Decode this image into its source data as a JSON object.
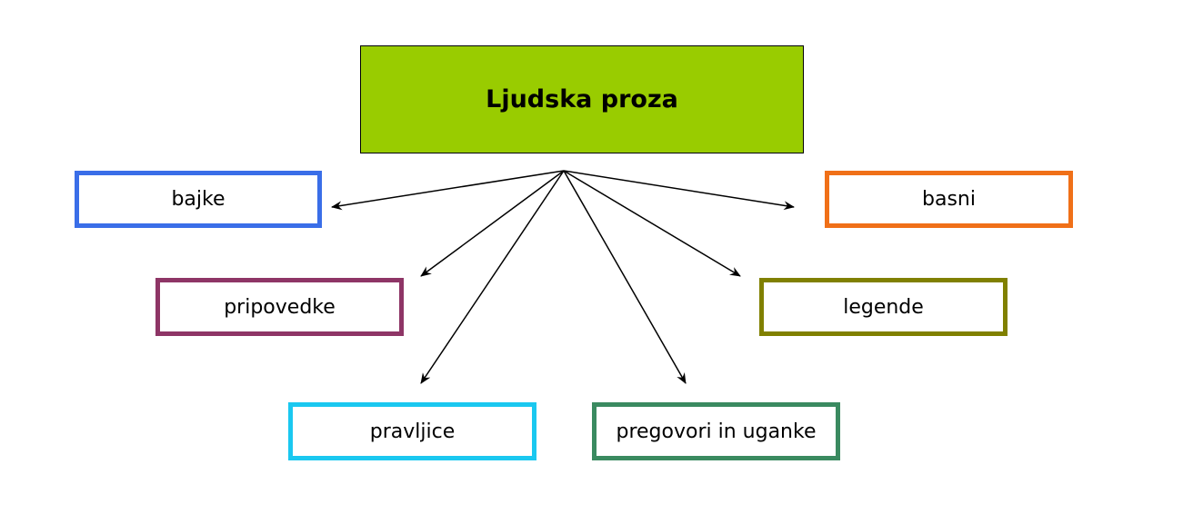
{
  "root": {
    "label": "Ljudska proza",
    "fill": "#99cc00"
  },
  "nodes": [
    {
      "id": "bajke",
      "label": "bajke",
      "color": "#3a6ee8"
    },
    {
      "id": "basni",
      "label": "basni",
      "color": "#f07018"
    },
    {
      "id": "pripovedke",
      "label": "pripovedke",
      "color": "#8e3566"
    },
    {
      "id": "legende",
      "label": "legende",
      "color": "#808000"
    },
    {
      "id": "pravljice",
      "label": "pravljice",
      "color": "#1ac8f0"
    },
    {
      "id": "pregovori",
      "label": "pregovori in uganke",
      "color": "#3a8a60"
    }
  ]
}
